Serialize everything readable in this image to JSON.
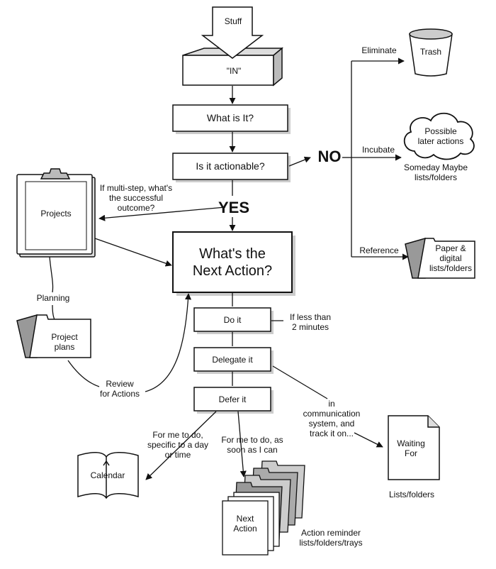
{
  "stuff": "Stuff",
  "in": "\"IN\"",
  "what_is_it": "What is It?",
  "actionable": "Is it  actionable?",
  "no": "NO",
  "yes": "YES",
  "eliminate": "Eliminate",
  "trash": "Trash",
  "incubate": "Incubate",
  "possible_later": "Possible\nlater actions",
  "someday": "Someday Maybe\nlists/folders",
  "reference": "Reference",
  "paper": "Paper &\ndigital\nlists/folders",
  "multi_step": "If multi-step, what's\nthe successful\noutcome?",
  "projects": "Projects",
  "planning": "Planning",
  "project_plans": "Project\nplans",
  "review": "Review\nfor Actions",
  "next_action_q": "What's the\nNext Action?",
  "do_it": "Do it",
  "less_than": "If less than\n2 minutes",
  "delegate": "Delegate it",
  "defer": "Defer it",
  "in_comm": "in\ncommunication\nsystem, and\ntrack it on...",
  "waiting_for": "Waiting\nFor",
  "lists_folders": "Lists/folders",
  "for_me_specific": "For me to do,\nspecific to a day\nor time",
  "for_me_soon": "For me to do, as\nsoon as I can",
  "calendar": "Calendar",
  "next_action": "Next\nAction",
  "action_reminder": "Action reminder\nlists/folders/trays"
}
